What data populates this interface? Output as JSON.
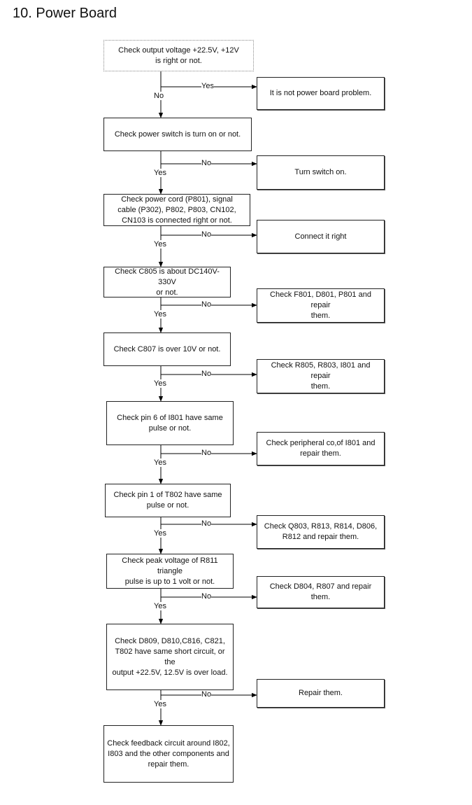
{
  "title": "10. Power Board",
  "steps": [
    {
      "check": "Check output voltage +22.5V, +12V\nis right or not.",
      "branch_label": "Yes",
      "action": "It is not power board problem.",
      "next_label": "No"
    },
    {
      "check": "Check power switch is turn on or not.",
      "branch_label": "No",
      "action": "Turn switch on.",
      "next_label": "Yes"
    },
    {
      "check": "Check power cord (P801), signal\ncable (P302), P802, P803, CN102,\nCN103 is connected right or not.",
      "branch_label": "No",
      "action": "Connect it right",
      "next_label": "Yes"
    },
    {
      "check": "Check C805 is about DC140V-330V\nor not.",
      "branch_label": "No",
      "action": "Check F801, D801, P801 and repair\nthem.",
      "next_label": "Yes"
    },
    {
      "check": "Check C807 is over 10V or not.",
      "branch_label": "No",
      "action": "Check R805, R803, I801 and repair\nthem.",
      "next_label": "Yes"
    },
    {
      "check": "Check pin 6 of I801 have same\npulse or not.",
      "branch_label": "No",
      "action": "Check peripheral co,of I801 and\nrepair them.",
      "next_label": "Yes"
    },
    {
      "check": "Check pin 1 of T802 have same\npulse or not.",
      "branch_label": "No",
      "action": "Check Q803, R813, R814, D806,\nR812 and repair them.",
      "next_label": "Yes"
    },
    {
      "check": "Check peak voltage of R811 triangle\npulse is up to 1 volt or not.",
      "branch_label": "No",
      "action": "Check D804, R807 and repair them.",
      "next_label": "Yes"
    },
    {
      "check": "Check D809, D810,C816, C821,\nT802 have same short circuit, or the\noutput +22.5V, 12.5V is over load.",
      "branch_label": "No",
      "action": "Repair them.",
      "next_label": "Yes"
    }
  ],
  "final": "Check feedback circuit around I802,\nI803 and the other components and\nrepair them."
}
